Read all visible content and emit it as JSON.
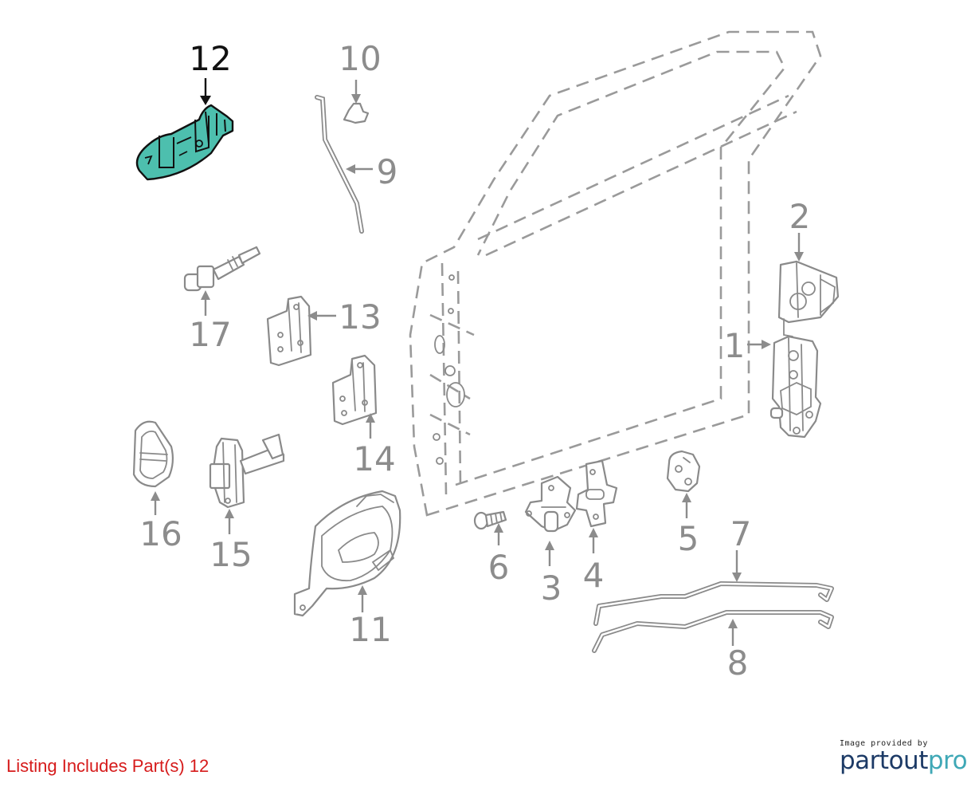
{
  "callouts": {
    "c1": "1",
    "c2": "2",
    "c3": "3",
    "c4": "4",
    "c5": "5",
    "c6": "6",
    "c7": "7",
    "c8": "8",
    "c9": "9",
    "c10": "10",
    "c11": "11",
    "c12": "12",
    "c13": "13",
    "c14": "14",
    "c15": "15",
    "c16": "16",
    "c17": "17"
  },
  "highlighted_part": "12",
  "colors": {
    "highlight_fill": "#4dbfae",
    "caption": "#d61b1b",
    "brand_dark": "#1c3a66",
    "brand_accent": "#3fa8b6"
  },
  "caption": {
    "label": "Listing Includes Part(s)",
    "parts": "12"
  },
  "credit": {
    "small": "Image provided by",
    "brand_main": "partout",
    "brand_accent": "pro"
  }
}
